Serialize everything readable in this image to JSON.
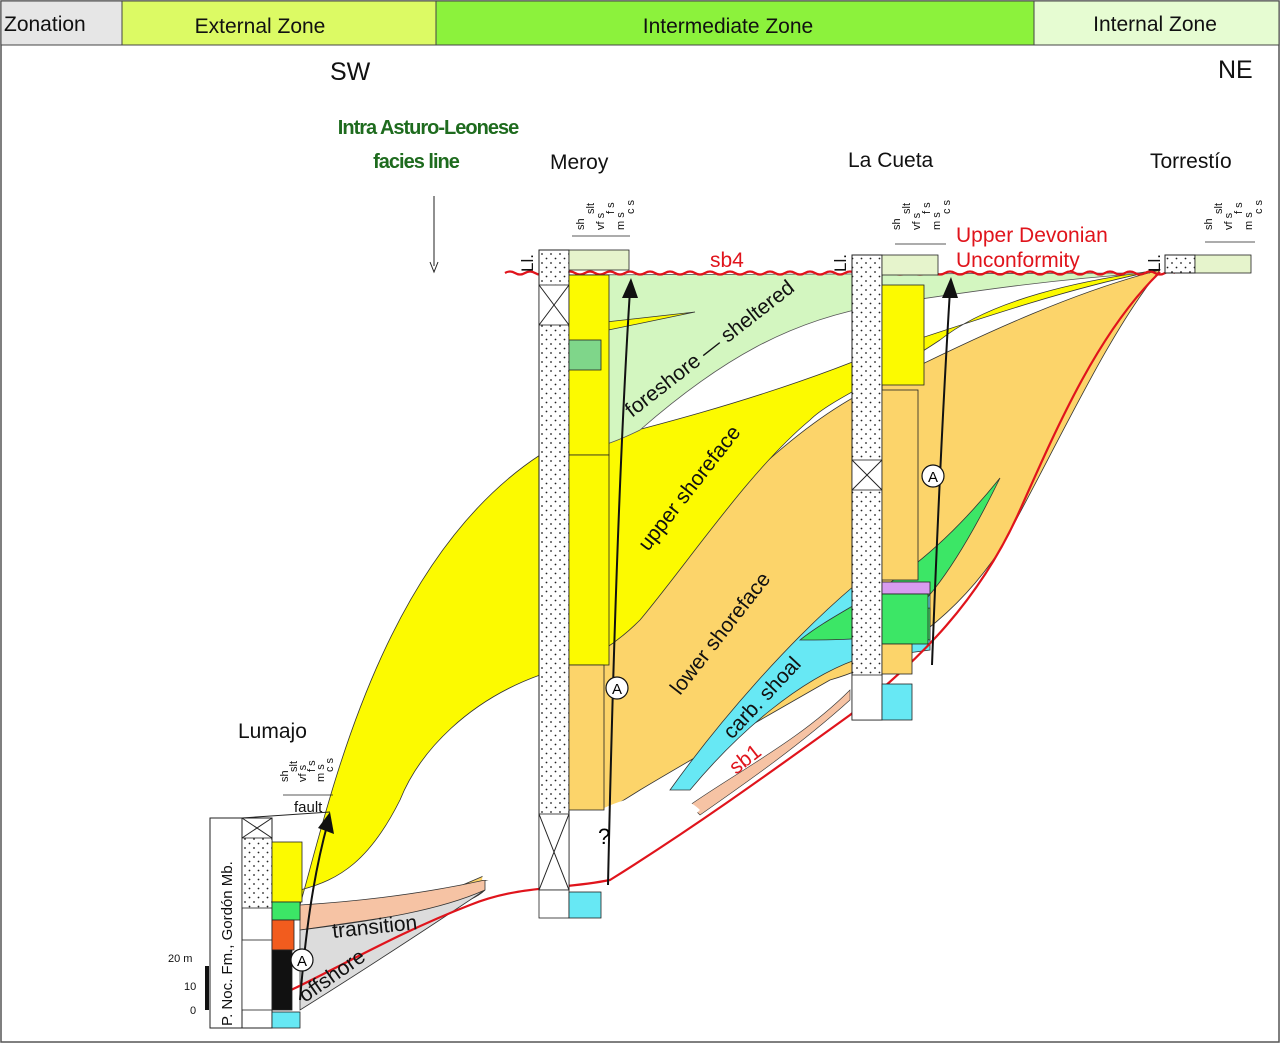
{
  "header": {
    "zonation_label": "Zonation",
    "zones": [
      {
        "name": "External Zone",
        "color": "#dcfa64"
      },
      {
        "name": "Intermediate Zone",
        "color": "#8cf23c"
      },
      {
        "name": "Internal Zone",
        "color": "#e6fcd2"
      }
    ]
  },
  "directions": {
    "left": "SW",
    "right": "NE"
  },
  "facies_line": {
    "line1": "Intra Asturo-Leonese",
    "line2": "facies  line"
  },
  "sections": {
    "lumajo": "Lumajo",
    "meroy": "Meroy",
    "la_cueta": "La Cueta",
    "torrestio": "Torrestío"
  },
  "grain_sizes": [
    "sh",
    "slt",
    "vf s",
    "f s",
    "m s",
    "c s"
  ],
  "facies": {
    "foreshore": "foreshore  —  sheltered",
    "upper_shoreface": "upper shoreface",
    "lower_shoreface": "lower shoreface",
    "carb_shoal": "carb.  shoal",
    "transition": "transition",
    "offshore": "offshore"
  },
  "boundaries": {
    "sb4": "sb4",
    "sb1": "sb1",
    "unconformity_line1": "Upper Devonian",
    "unconformity_line2": "Unconformity",
    "fault": "fault"
  },
  "markers": {
    "a": "A",
    "question": "?",
    "ll": "Ll."
  },
  "formation_label": "P. Noc. Fm., Gordón Mb.",
  "scale": {
    "ticks": [
      "20 m",
      "10",
      "0"
    ]
  },
  "colors": {
    "yellow": "#fcfa00",
    "orange": "#fcd46a",
    "light_green": "#d3f6c0",
    "salmon": "#f6c3a4",
    "grey": "#dcdcdc",
    "cyan": "#67e8f4",
    "red_line": "#e0141c"
  }
}
